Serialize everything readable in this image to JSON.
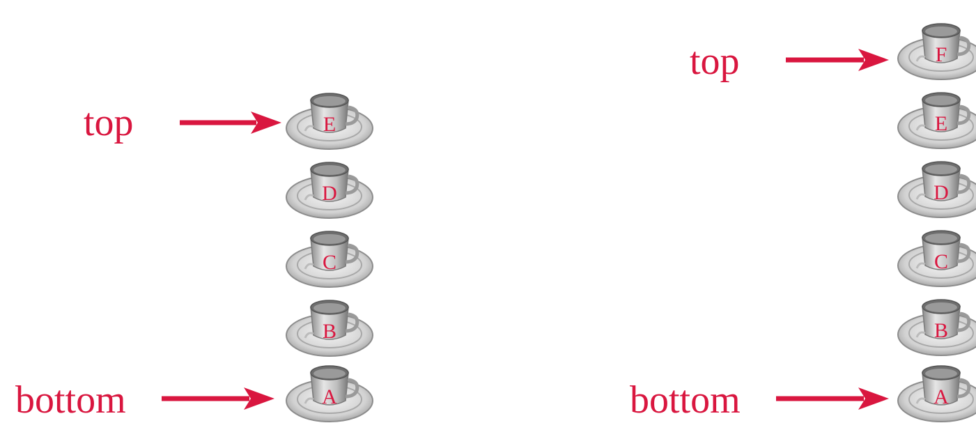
{
  "stacks": [
    {
      "top_label": "top",
      "bottom_label": "bottom",
      "items": [
        "E",
        "D",
        "C",
        "B",
        "A"
      ]
    },
    {
      "top_label": "top",
      "bottom_label": "bottom",
      "items": [
        "F",
        "E",
        "D",
        "C",
        "B",
        "A"
      ]
    }
  ],
  "colors": {
    "accent": "#d9163f",
    "cup": "#c8c8c8"
  },
  "icon": "cup-and-saucer-icon"
}
